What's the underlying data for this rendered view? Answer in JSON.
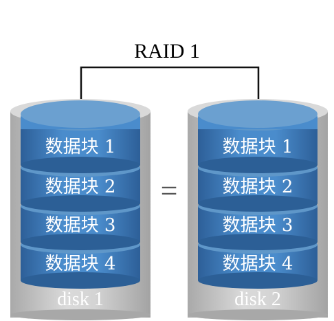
{
  "title": "RAID 1",
  "equals": "=",
  "colors": {
    "block_top": "#5f97c9",
    "block_side": "#3f7fbf",
    "block_dark": "#2c5f96",
    "disk_gray": "#c9c9c9",
    "connector": "#111111"
  },
  "disks": [
    {
      "label": "disk 1",
      "blocks": [
        "数据块 1",
        "数据块 2",
        "数据块 3",
        "数据块 4"
      ]
    },
    {
      "label": "disk 2",
      "blocks": [
        "数据块 1",
        "数据块 2",
        "数据块 3",
        "数据块 4"
      ]
    }
  ]
}
